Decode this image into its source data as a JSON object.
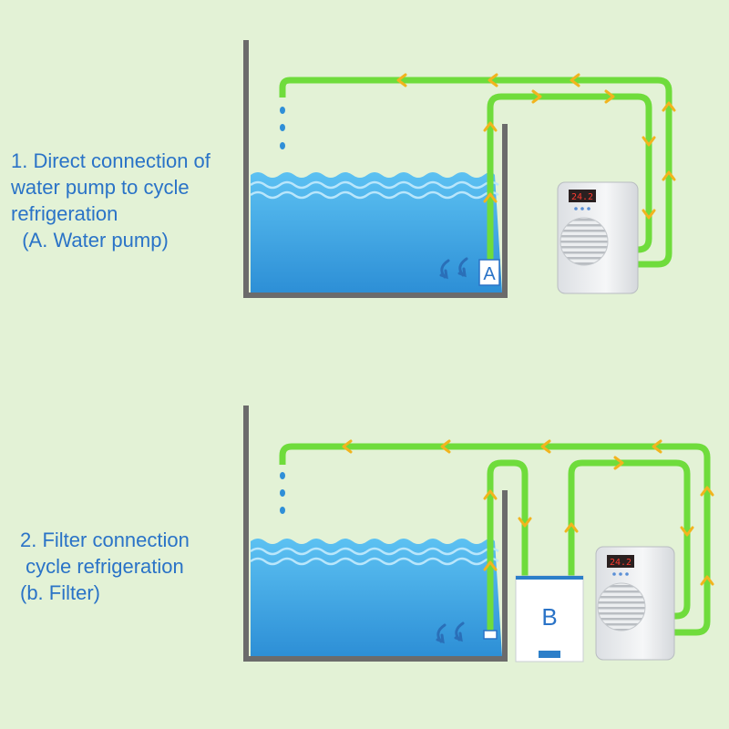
{
  "captions": {
    "first": {
      "line1": "1. Direct connection of",
      "line2": "water pump to cycle",
      "line3": "refrigeration",
      "line4": "  (A. Water pump)"
    },
    "second": {
      "line1": "2. Filter connection",
      "line2": " cycle refrigeration",
      "line3": "(b. Filter)"
    }
  },
  "labels": {
    "pump": "A",
    "filter": "B"
  },
  "chiller_display": "24.2",
  "colors": {
    "background": "#e3f2d6",
    "pipe": "#6fdc3c",
    "arrow": "#f2b41e",
    "water": "#3aa8e6",
    "text": "#2a73c7"
  }
}
